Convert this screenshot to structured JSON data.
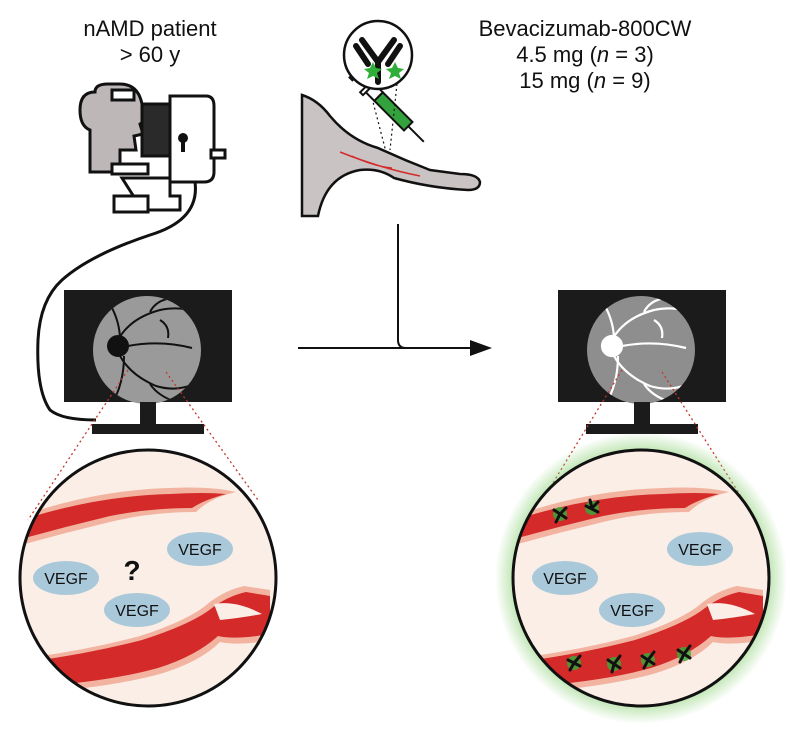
{
  "patient": {
    "line1": "nAMD patient",
    "line2": "> 60 y"
  },
  "tracer": {
    "name": "Bevacizumab-800CW",
    "dose1_prefix": "4.5 mg (",
    "dose1_n": "n",
    "dose1_suffix": " = 3)",
    "dose2_prefix": "15 mg (",
    "dose2_n": "n",
    "dose2_suffix": " = 9)"
  },
  "left_zoom": {
    "question": "?",
    "vegf_labels": [
      "VEGF",
      "VEGF",
      "VEGF"
    ]
  },
  "right_zoom": {
    "vegf_labels": [
      "VEGF",
      "VEGF",
      "VEGF"
    ]
  },
  "colors": {
    "vessel": "#d42a2a",
    "vessel_halo": "#f2b4a0",
    "tissue": "#fbeee6",
    "vegf_ellipse": "#a9c9da",
    "fluorescence_glow": "#8fd27a",
    "antibody_star": "#2fae3a",
    "syringe_fluid": "#33a23c",
    "monitor": "#1b1b1b",
    "retina_bg": "#9a9a9a",
    "skin": "#c9c3c3"
  }
}
